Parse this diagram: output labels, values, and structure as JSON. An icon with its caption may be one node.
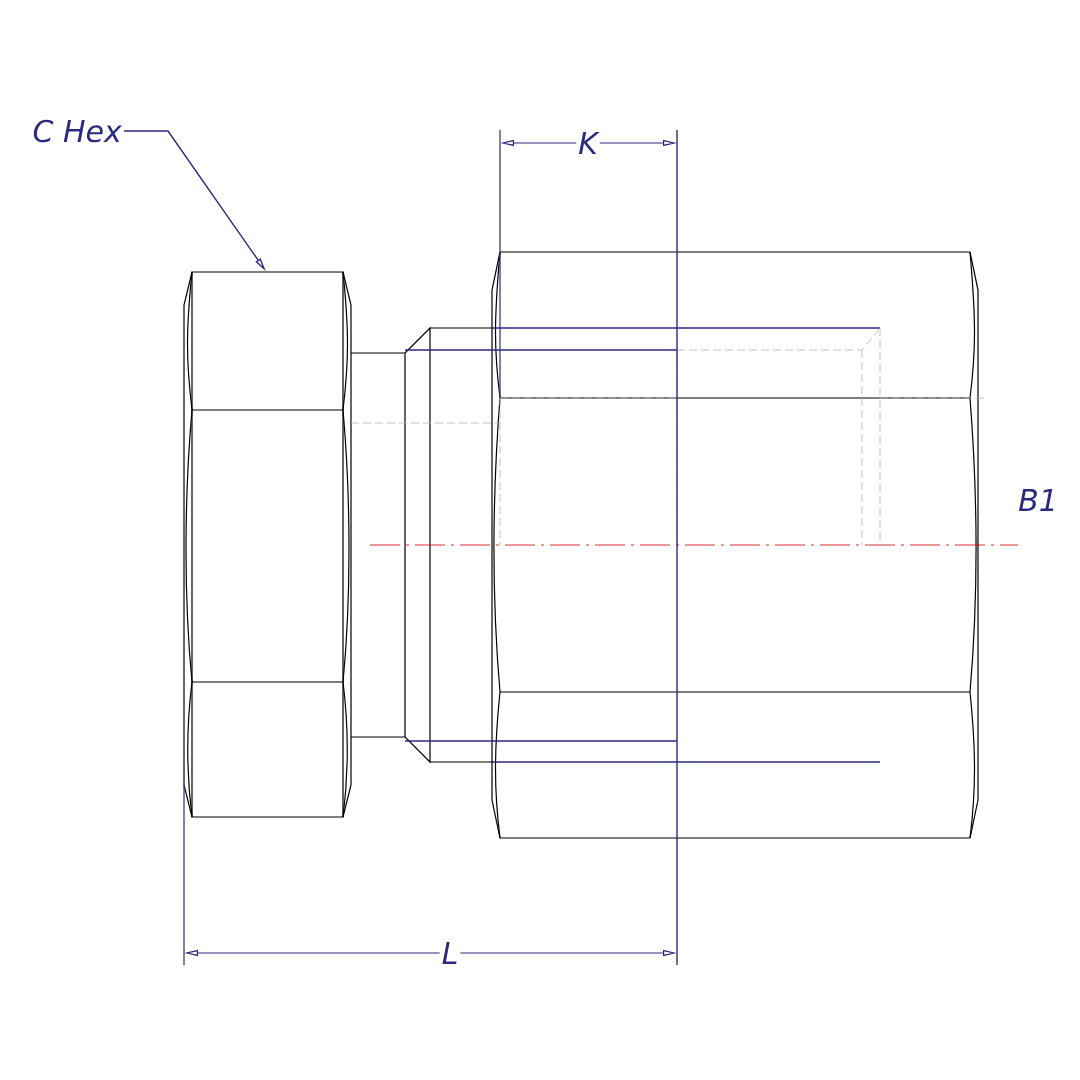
{
  "diagram": {
    "nodes": [
      {
        "text": [
          "C Hex"
        ]
      },
      {
        "text": [],
        "shape": "box"
      }
    ],
    "edges": [
      {
        "from": 0,
        "to": 1,
        "arrow": "to"
      }
    ],
    "labels": [
      "K",
      "B1",
      "L"
    ]
  }
}
